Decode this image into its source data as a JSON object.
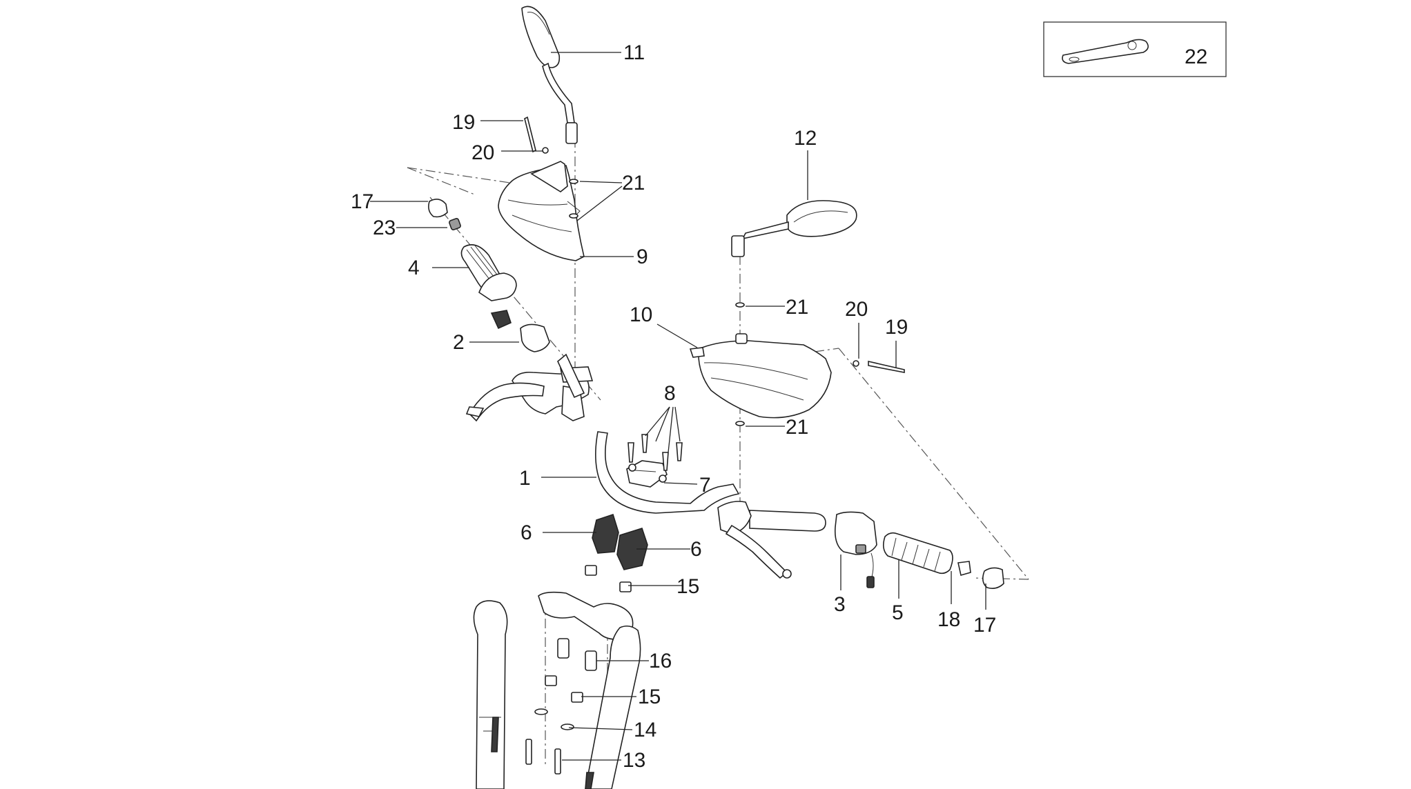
{
  "callouts": [
    {
      "n": "1"
    },
    {
      "n": "2"
    },
    {
      "n": "3"
    },
    {
      "n": "4"
    },
    {
      "n": "5"
    },
    {
      "n": "6"
    },
    {
      "n": "6"
    },
    {
      "n": "7"
    },
    {
      "n": "8"
    },
    {
      "n": "9"
    },
    {
      "n": "10"
    },
    {
      "n": "11"
    },
    {
      "n": "12"
    },
    {
      "n": "13"
    },
    {
      "n": "14"
    },
    {
      "n": "15"
    },
    {
      "n": "15"
    },
    {
      "n": "16"
    },
    {
      "n": "17"
    },
    {
      "n": "17"
    },
    {
      "n": "18"
    },
    {
      "n": "19"
    },
    {
      "n": "19"
    },
    {
      "n": "20"
    },
    {
      "n": "20"
    },
    {
      "n": "21"
    },
    {
      "n": "21"
    },
    {
      "n": "21"
    },
    {
      "n": "22"
    },
    {
      "n": "23"
    }
  ]
}
